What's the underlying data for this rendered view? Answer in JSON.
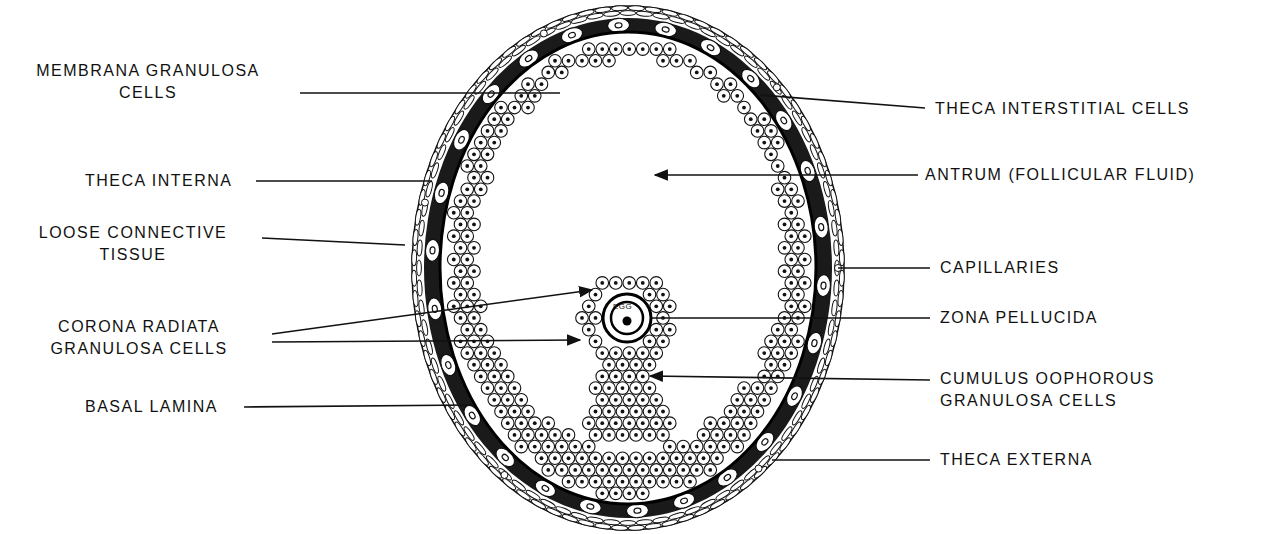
{
  "diagram": {
    "labels": [
      "MEMBRANA GRANULOSA CELLS",
      "THECA INTERSTITIAL CELLS",
      "THECA INTERNA",
      "ANTRUM (FOLLICULAR FLUID)",
      "LOOSE CONNECTIVE TISSUE",
      "CAPILLARIES",
      "ZONA PELLUCIDA",
      "EGG",
      "CORONA RADIATA GRANULOSA CELLS",
      "CUMULUS OOPHOROUS GRANULOSA CELLS",
      "BASAL LAMINA",
      "THECA EXTERNA"
    ]
  }
}
